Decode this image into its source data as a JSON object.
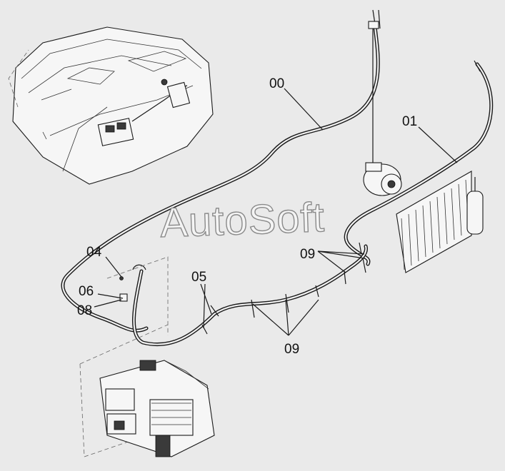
{
  "watermark": "AutoSoft",
  "callouts": {
    "c00": "00",
    "c01": "01",
    "c04": "04",
    "c05": "05",
    "c06": "06",
    "c08": "08",
    "c09a": "09",
    "c09b": "09"
  }
}
